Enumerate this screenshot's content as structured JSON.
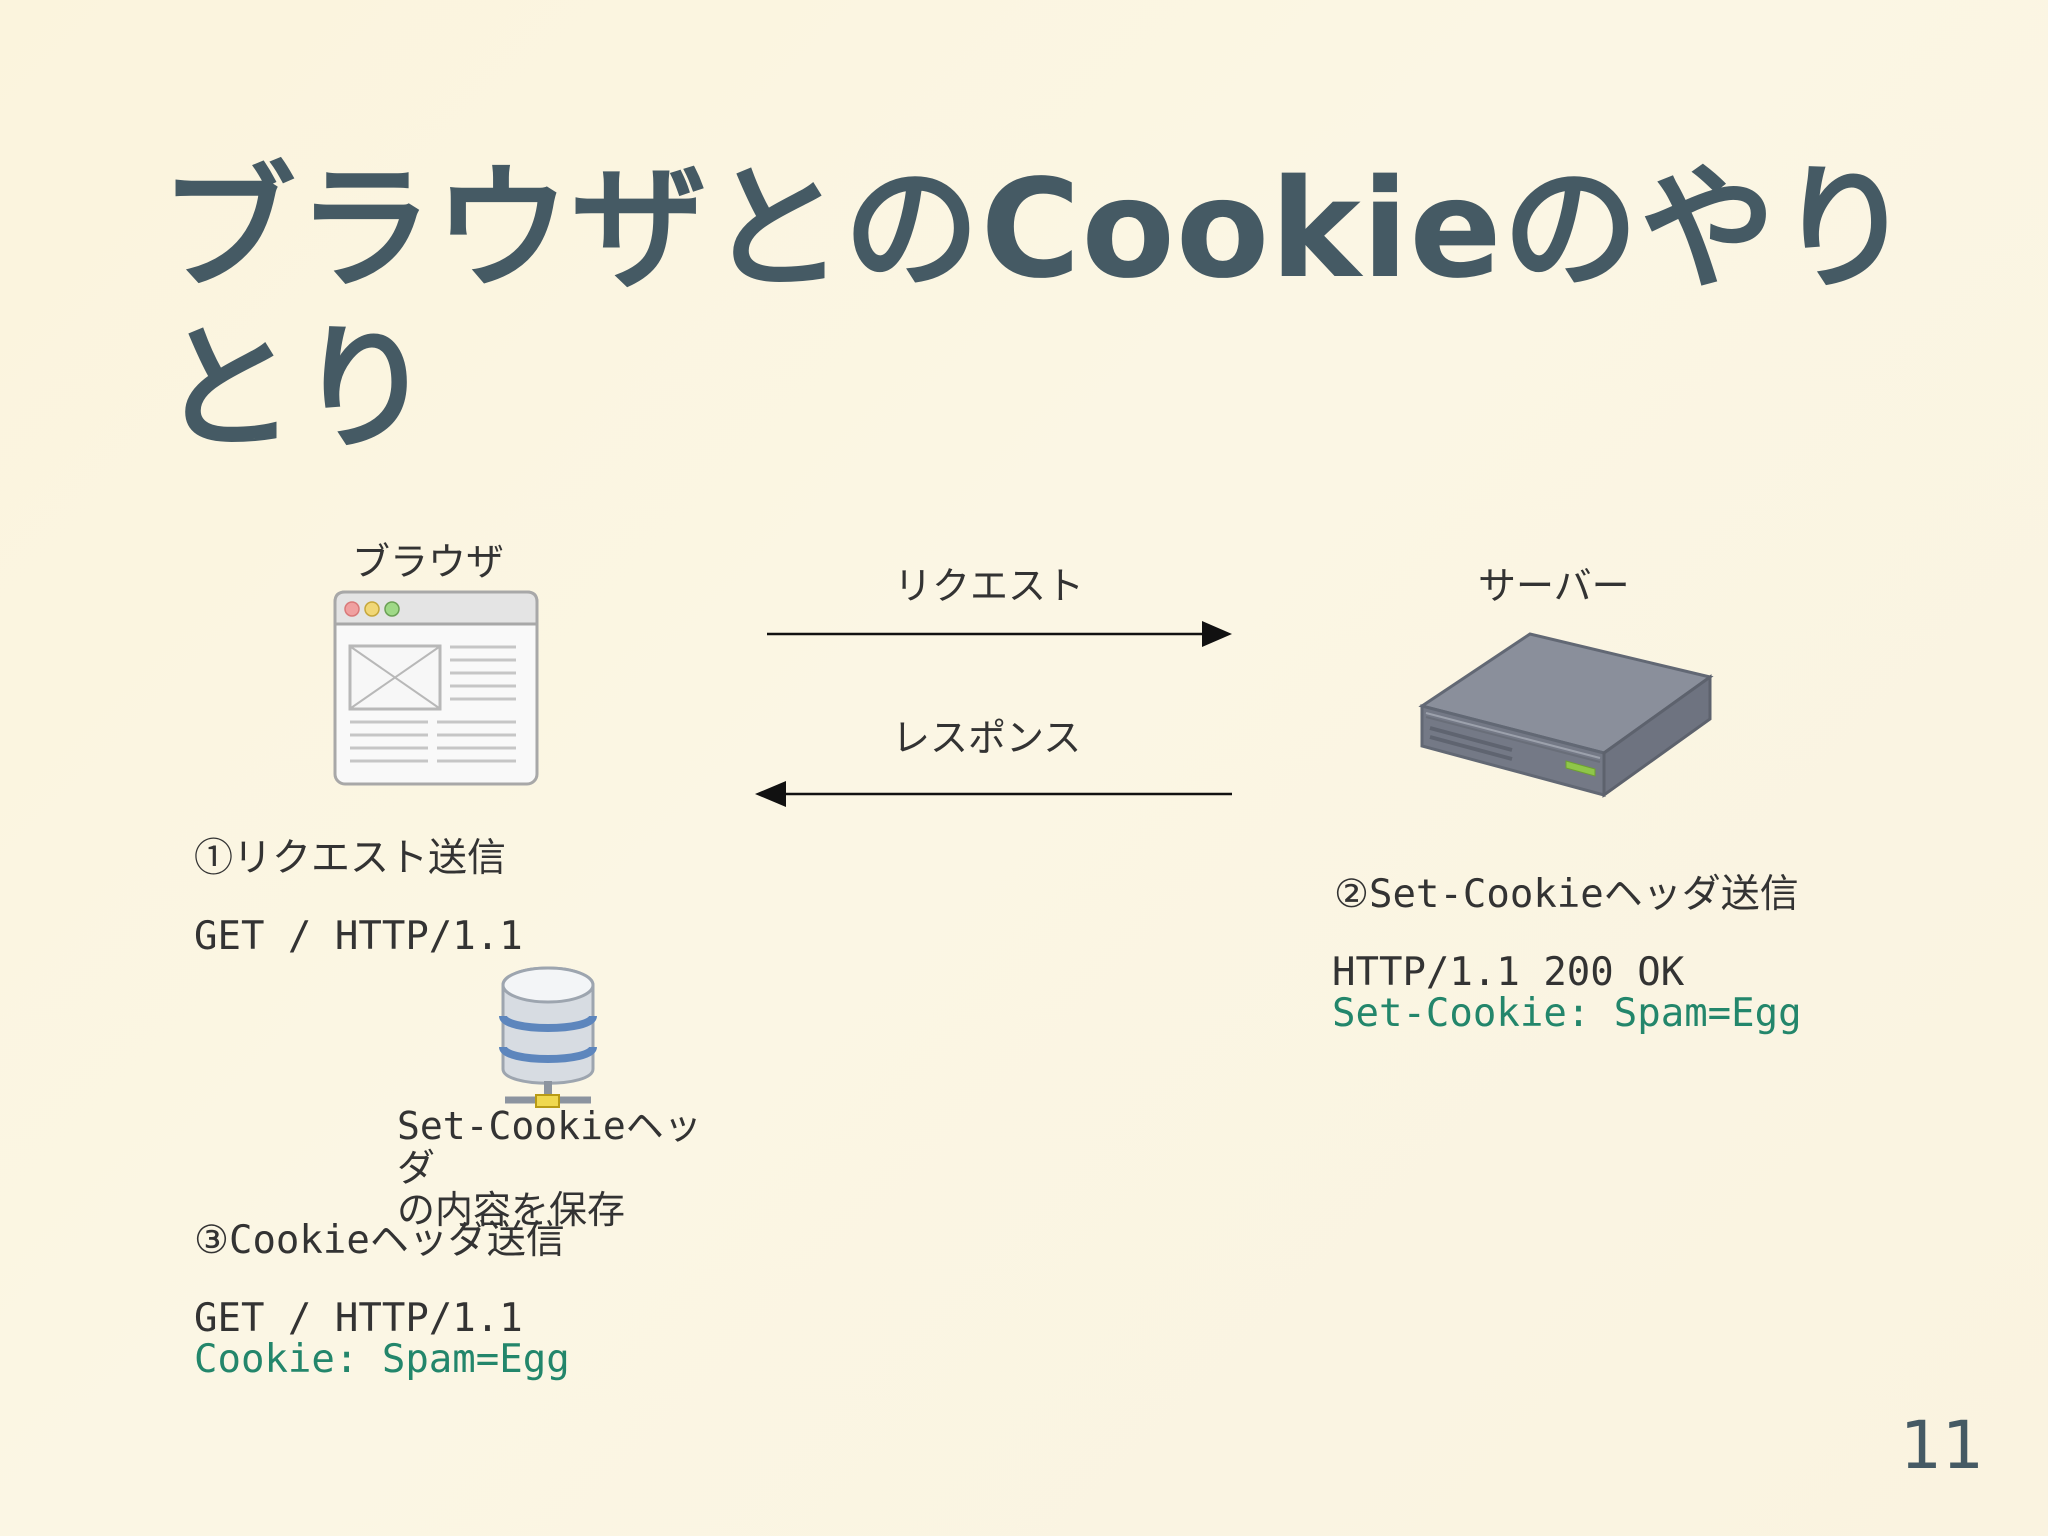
{
  "slide": {
    "title": "ブラウザとのCookieのやりとり",
    "page_number": "11"
  },
  "diagram": {
    "browser_label": "ブラウザ",
    "request_label": "リクエスト",
    "response_label": "レスポンス",
    "server_label": "サーバー",
    "step1_label": "①リクエスト送信",
    "step1_code": "GET / HTTP/1.1",
    "step2_label": "②Set-Cookieヘッダ送信",
    "step2_code_line1": "HTTP/1.1 200 OK",
    "step2_code_line2": "Set-Cookie: Spam=Egg",
    "database_caption": "Set-Cookieヘッダ\nの内容を保存",
    "step3_label": "③Cookieヘッダ送信",
    "step3_code_line1": "GET / HTTP/1.1",
    "step3_code_line2": "Cookie: Spam=Egg"
  },
  "colors": {
    "title": "#455a64",
    "cookie_code": "#23866b",
    "background": "#fbf4dd"
  },
  "icons": {
    "browser": "browser-window-icon",
    "server": "server-icon",
    "database": "database-icon",
    "request_arrow": "arrow-right-icon",
    "response_arrow": "arrow-left-icon"
  }
}
